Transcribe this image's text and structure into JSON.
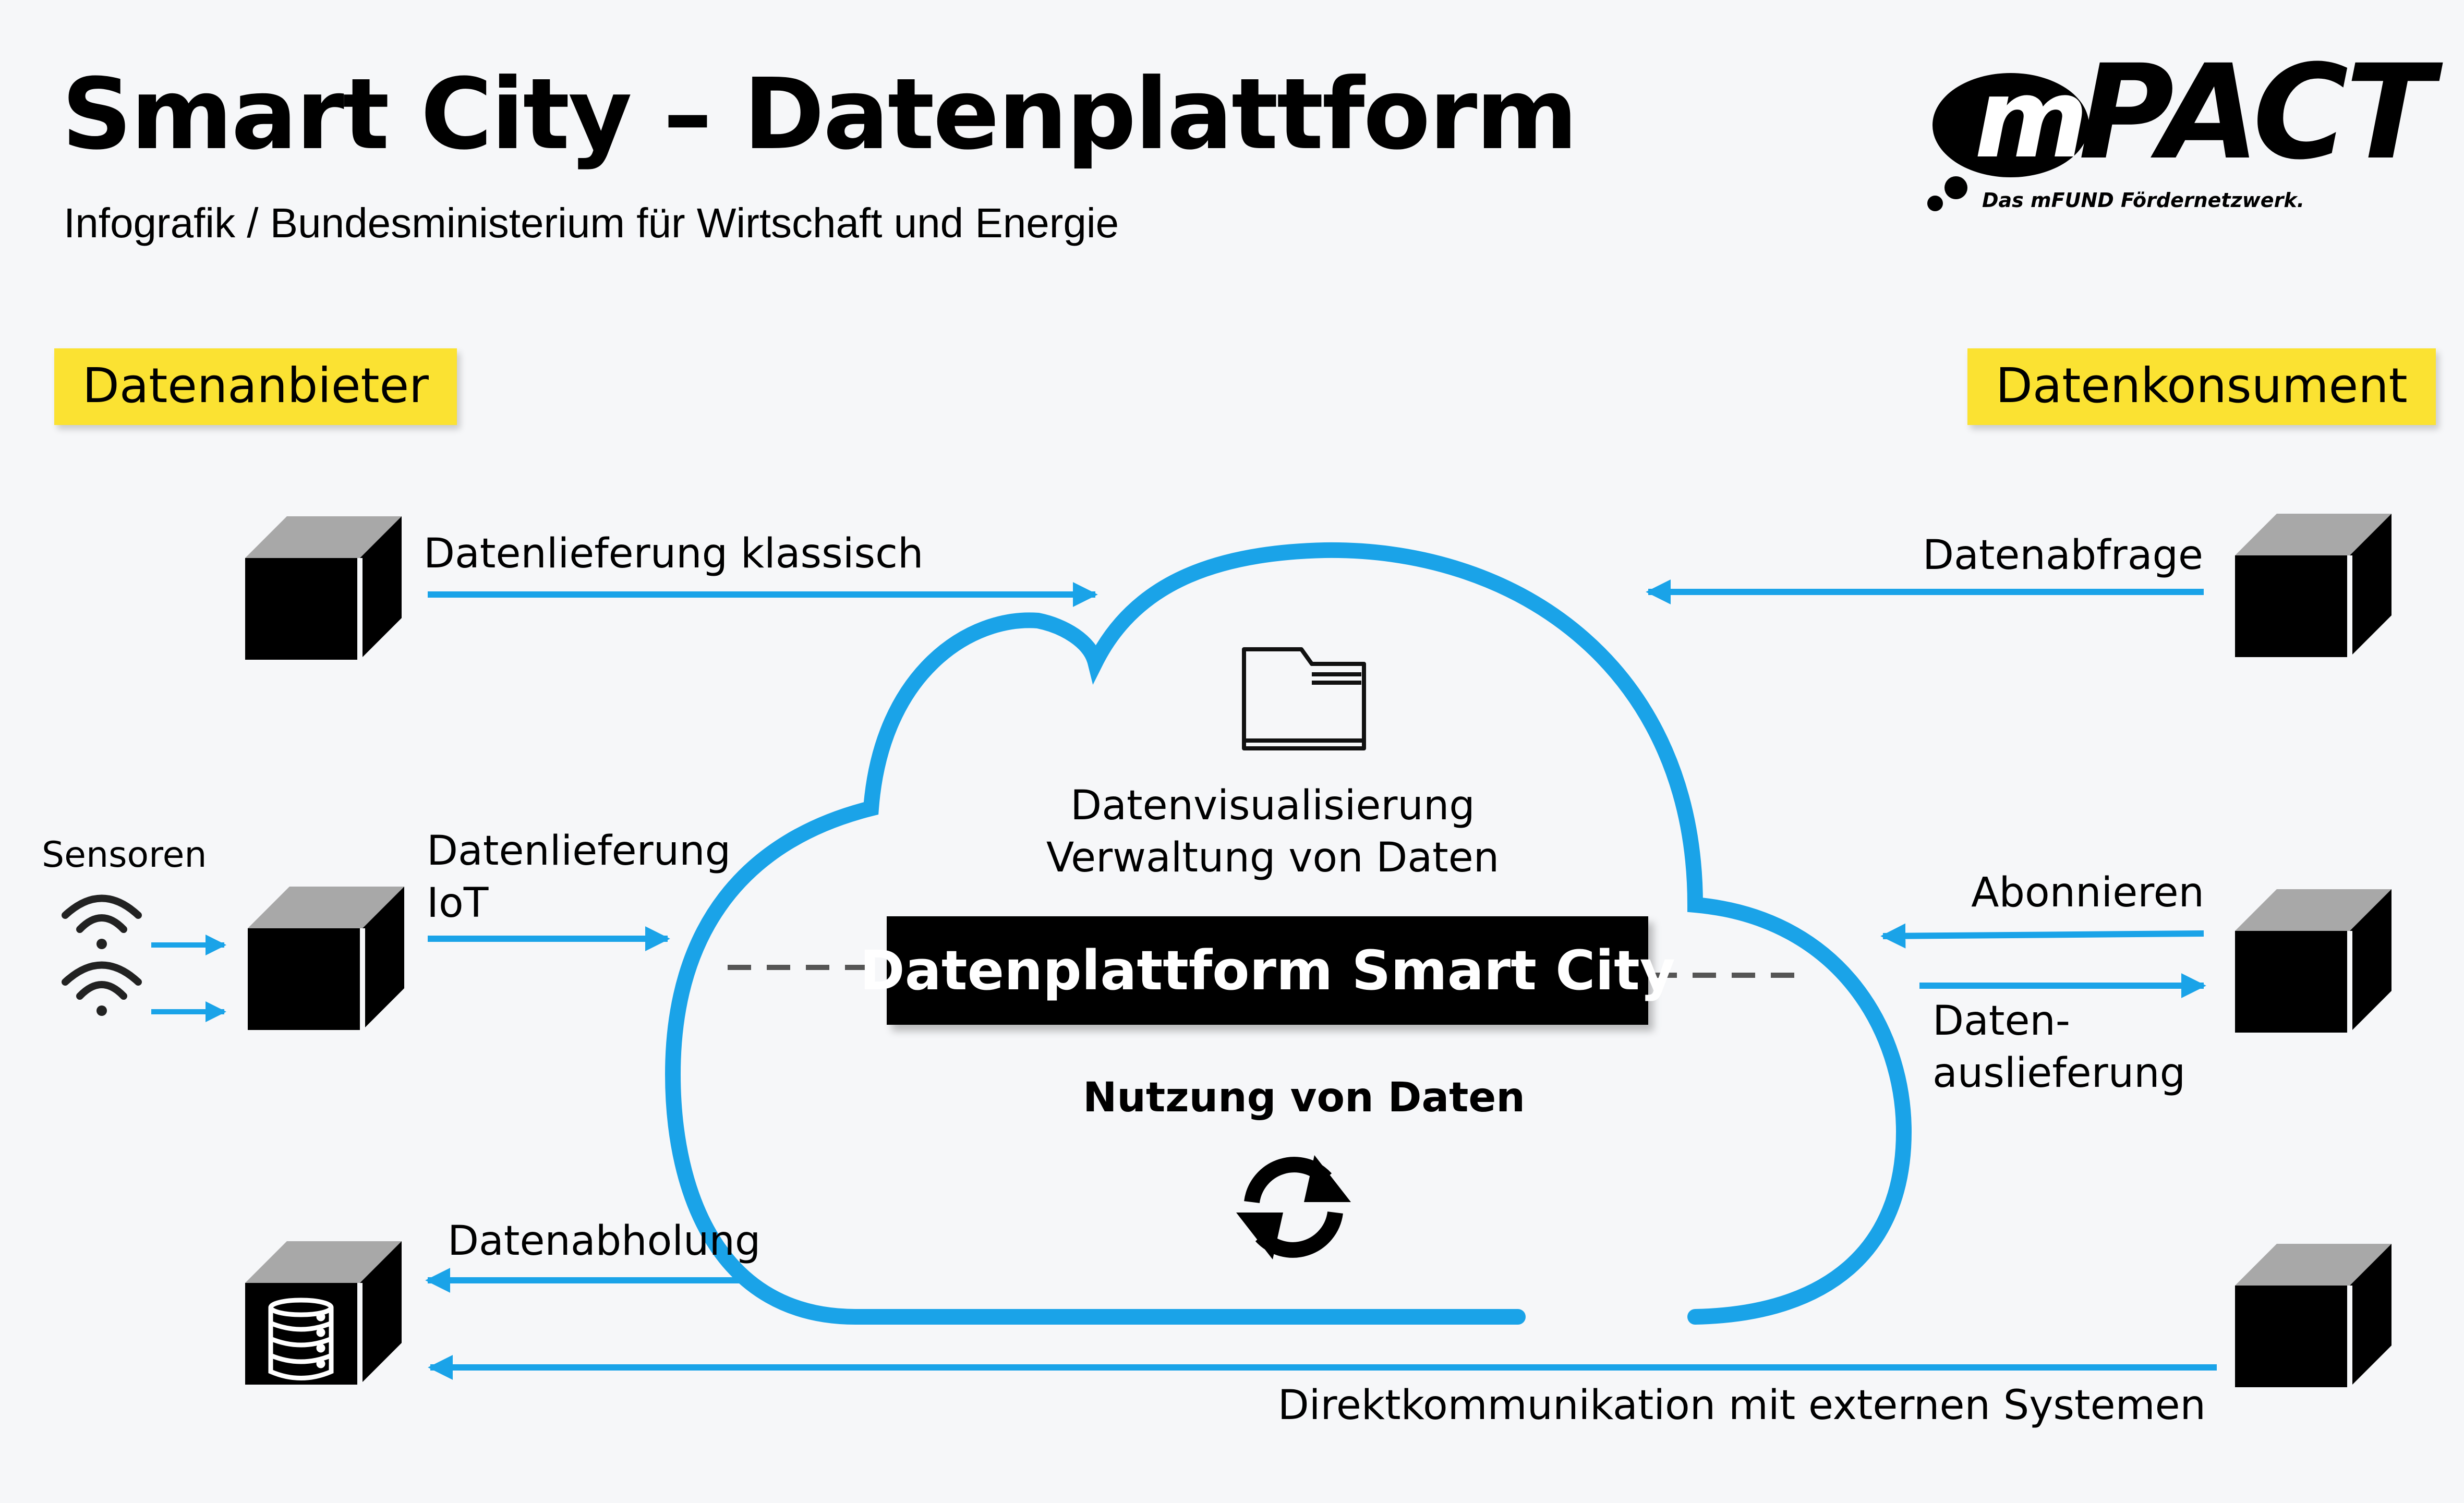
{
  "header": {
    "title": "Smart City – Datenplattform",
    "subtitle": "Infografik / Bundesministerium für Wirtschaft und Energie"
  },
  "logo": {
    "m": "m",
    "name": "PACT",
    "tagline": "Das mFUND Fördernetzwerk."
  },
  "left": {
    "heading": "Datenanbieter",
    "sensors_label": "Sensoren",
    "flow_classic": "Datenlieferung klassisch",
    "flow_iot_line1": "Datenlieferung",
    "flow_iot_line2": "IoT",
    "flow_pickup": "Datenabholung"
  },
  "right": {
    "heading": "Datenkonsument",
    "flow_query": "Datenabfrage",
    "flow_subscribe": "Abonnieren",
    "flow_delivery_line1": "Daten-",
    "flow_delivery_line2": "auslieferung",
    "flow_direct": "Direktkommunikation mit externen Systemen"
  },
  "cloud": {
    "feature_line1": "Datenvisualisierung",
    "feature_line2": "Verwaltung von Daten",
    "platform_name": "Datenplattform Smart City",
    "usage_label": "Nutzung von Daten"
  },
  "icons": {
    "folder": "folder-icon",
    "sync": "sync-icon",
    "wifi": "wifi-icon",
    "database": "database-icon",
    "cube": "cube-icon"
  },
  "colors": {
    "accent_blue": "#1aa3e8",
    "tag_yellow": "#fbe232",
    "box_black": "#000000"
  }
}
